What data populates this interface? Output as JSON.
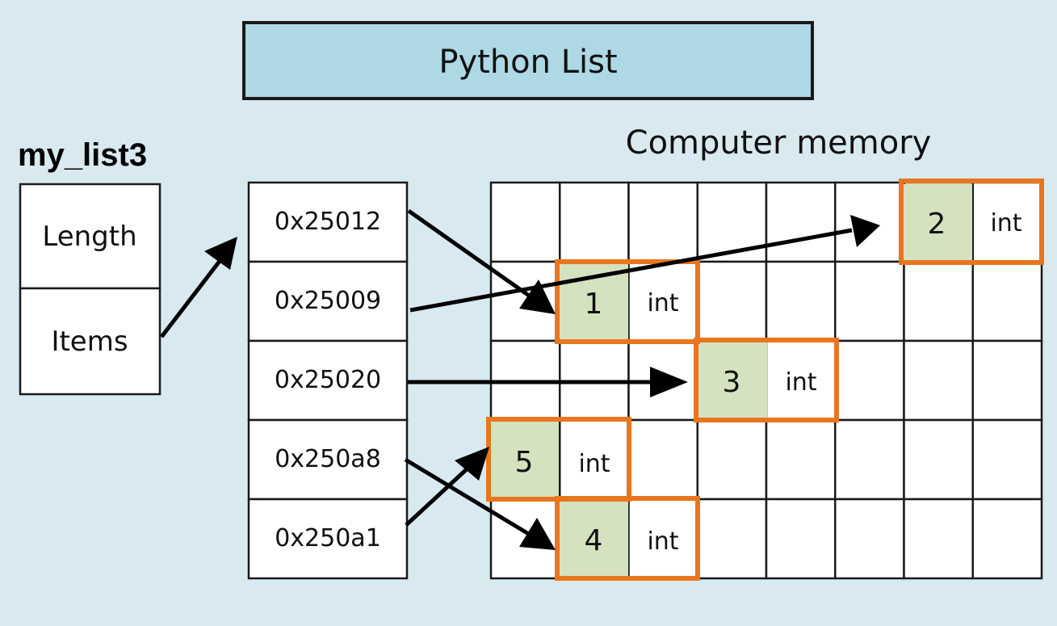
{
  "title": "Python List",
  "memory_caption": "Computer memory",
  "variable_name": "my_list3",
  "list_struct": {
    "fields": [
      "Length",
      "Items"
    ]
  },
  "pointer_array": [
    "0x25012",
    "0x25009",
    "0x25020",
    "0x250a8",
    "0x250a1"
  ],
  "memory_objects": [
    {
      "value": "2",
      "type": "int"
    },
    {
      "value": "1",
      "type": "int"
    },
    {
      "value": "3",
      "type": "int"
    },
    {
      "value": "5",
      "type": "int"
    },
    {
      "value": "4",
      "type": "int"
    }
  ],
  "colors": {
    "background": "#d8eaf0",
    "title_fill": "#add8e4",
    "object_frame": "#e8761f",
    "value_cell": "#d5e2c0"
  }
}
